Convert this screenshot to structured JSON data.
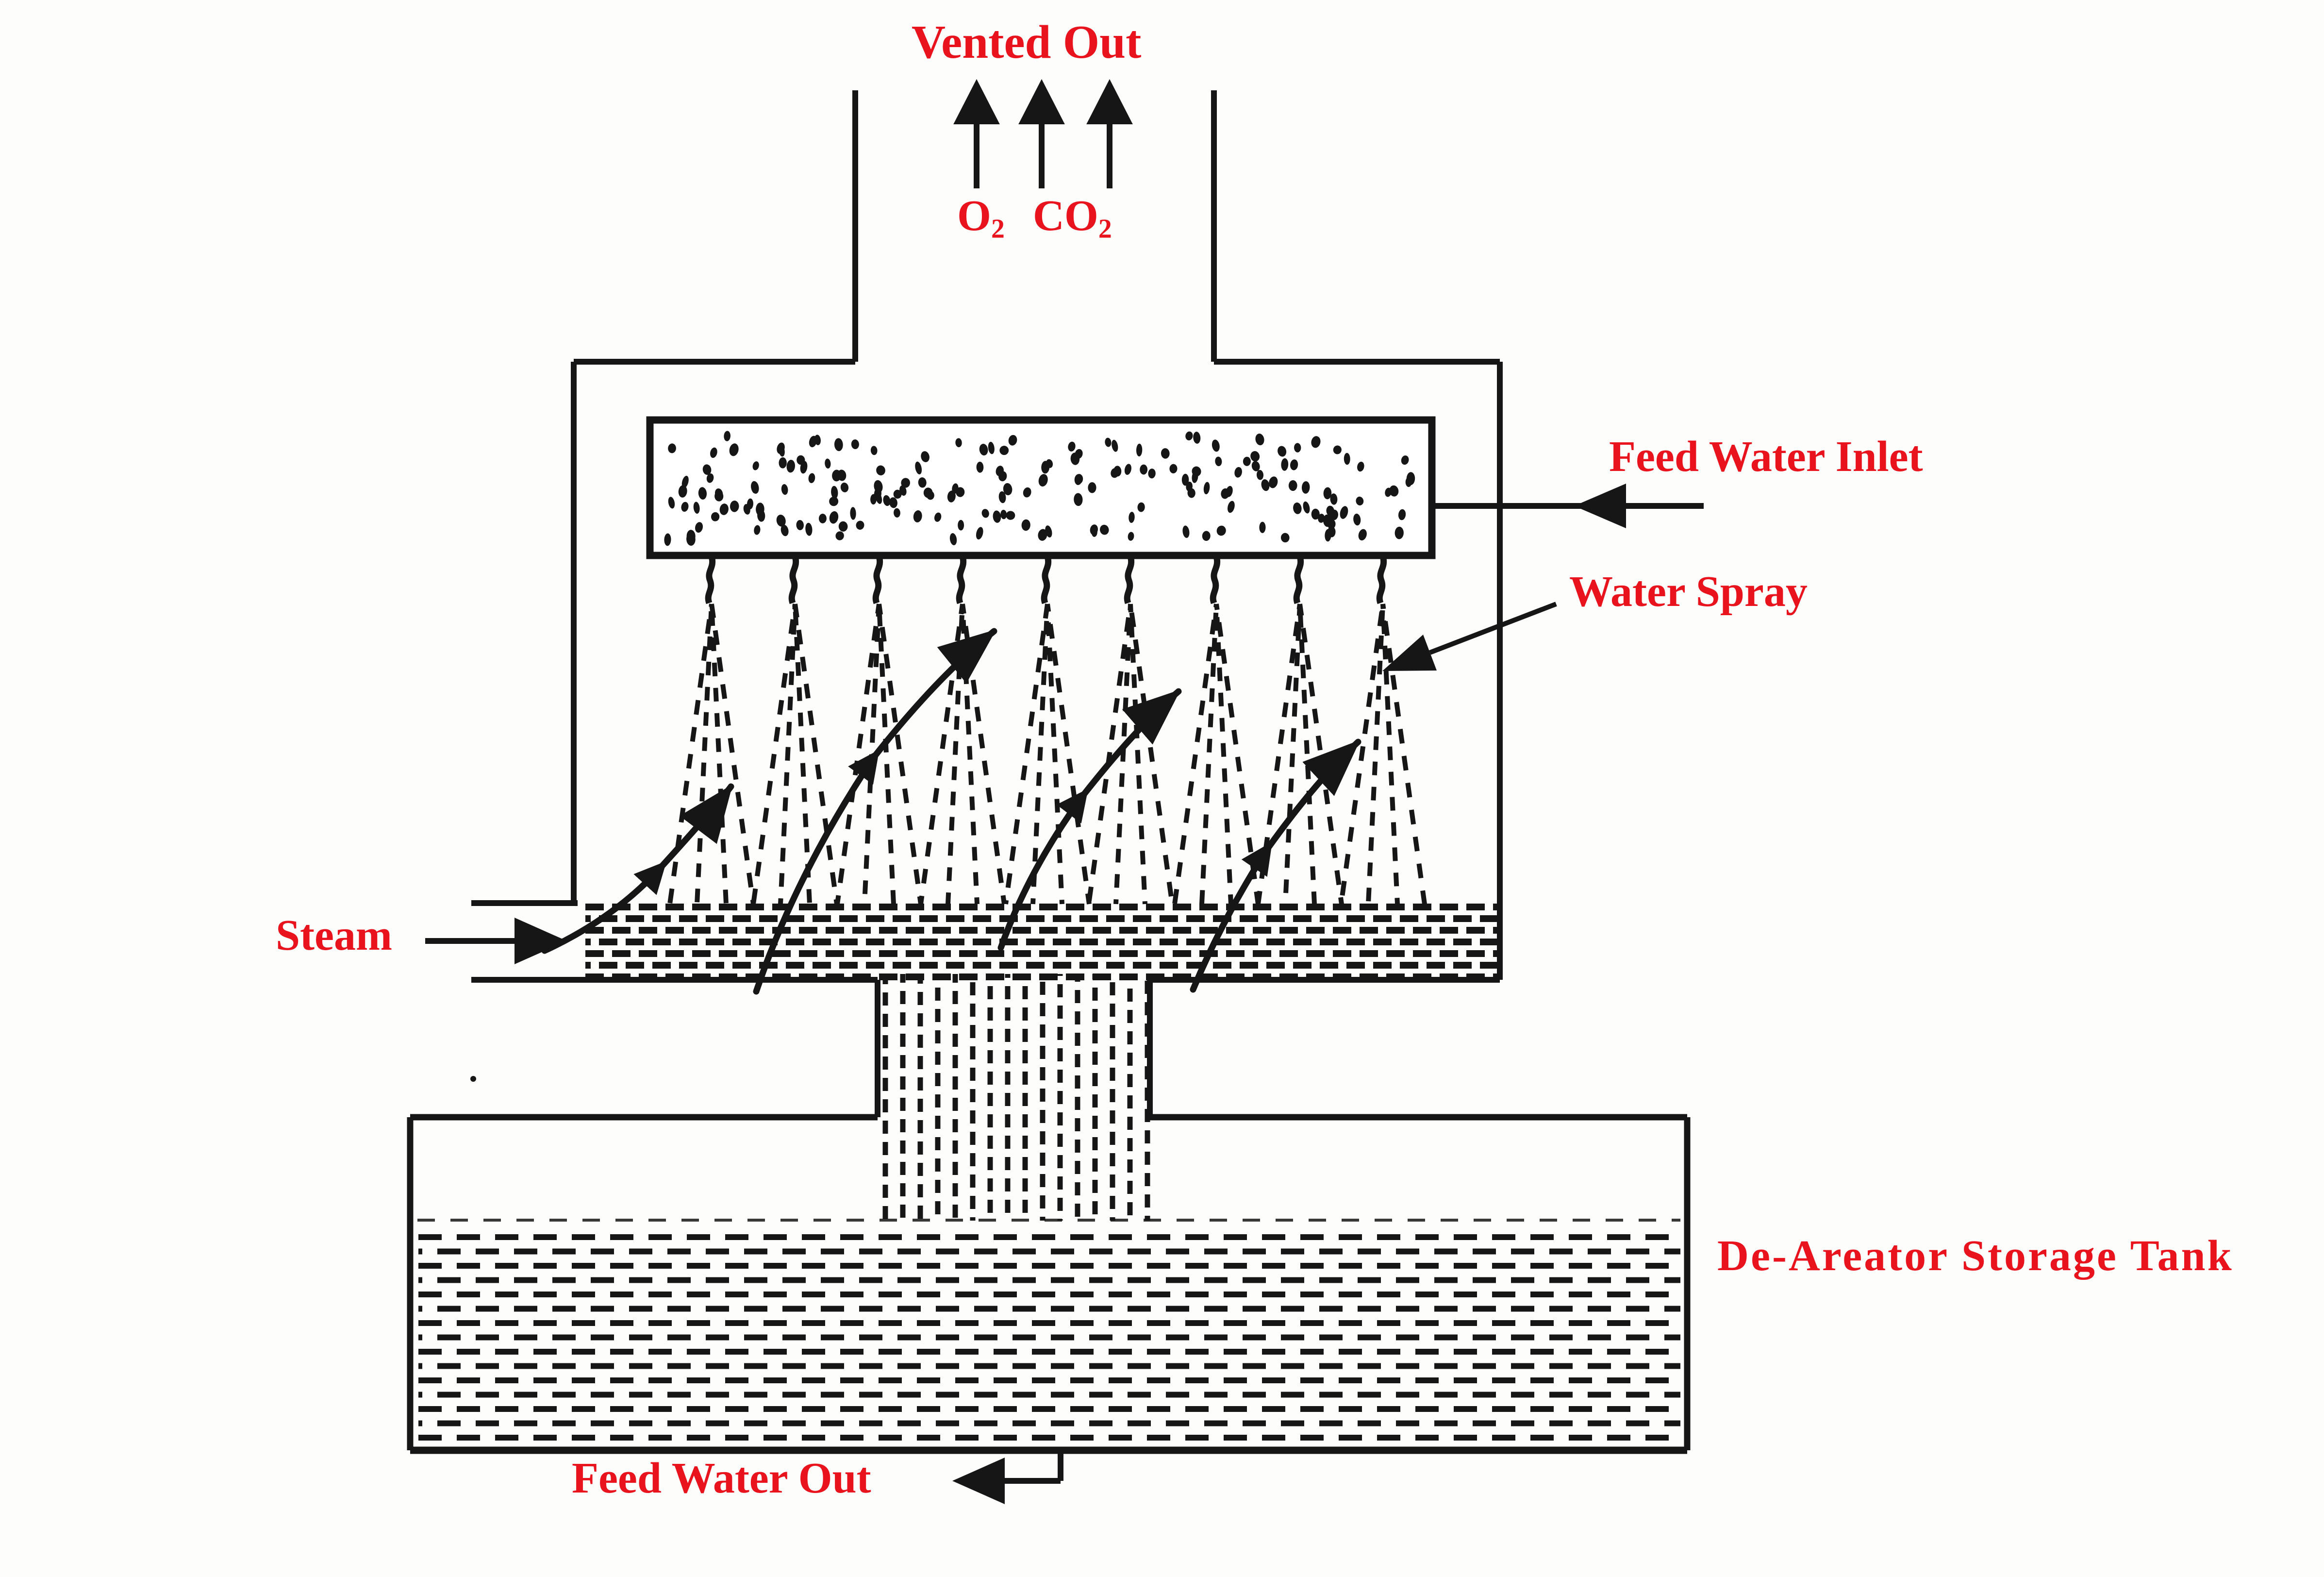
{
  "diagram": {
    "title": "De-Areator Storage Tank diagram",
    "colors": {
      "label": "#e8131c",
      "line": "#161616",
      "background": "#fdfdfc"
    },
    "labels": {
      "vented_out": "Vented Out",
      "gas_o2_base": "O",
      "gas_o2_sub": "2",
      "gas_co2_base": "CO",
      "gas_co2_sub": "2",
      "feed_water_inlet": "Feed Water Inlet",
      "water_spray": "Water Spray",
      "steam": "Steam",
      "storage_tank": "De-Areator Storage Tank",
      "feed_water_out": "Feed Water Out"
    }
  }
}
